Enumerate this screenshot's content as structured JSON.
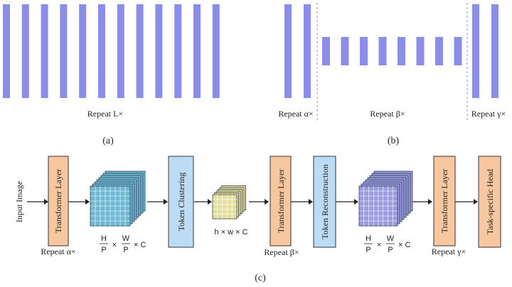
{
  "panel_a": {
    "caption": "(a)",
    "repeat_label": "Repeat L×",
    "bar_count": 12
  },
  "panel_b": {
    "caption": "(b)",
    "repeat_alpha": "Repeat α×",
    "repeat_beta": "Repeat β×",
    "repeat_gamma": "Repeat γ×",
    "alpha_bars": 2,
    "beta_bars": 8,
    "gamma_bars": 2
  },
  "panel_c": {
    "caption": "(c)",
    "input_label": "Input Image",
    "blocks": {
      "transformer_1": "Transformer Layer",
      "token_clustering": "Token Clustering",
      "transformer_2": "Transformer Layer",
      "token_reconstruction": "Token Reconstruction",
      "transformer_3": "Transformer Layer",
      "task_head": "Task-specific Head"
    },
    "repeat_alpha": "Repeat α×",
    "repeat_beta": "Repeat β×",
    "repeat_gamma": "Repeat γ×",
    "shape_1": {
      "num1": "H",
      "den1": "P",
      "times1": "×",
      "num2": "W",
      "den2": "P",
      "rest": "× C"
    },
    "shape_2": "h × w × C",
    "shape_3": {
      "num1": "H",
      "den1": "P",
      "times1": "×",
      "num2": "W",
      "den2": "P",
      "rest": "× C"
    }
  },
  "colors": {
    "bar": "#8b8ee8",
    "transformer_block": "#f7c7a0",
    "token_block": "#bcdcf5",
    "cube1": "#6fb8d4",
    "cube2": "#e6e0a0",
    "cube3": "#9c9ce0"
  }
}
